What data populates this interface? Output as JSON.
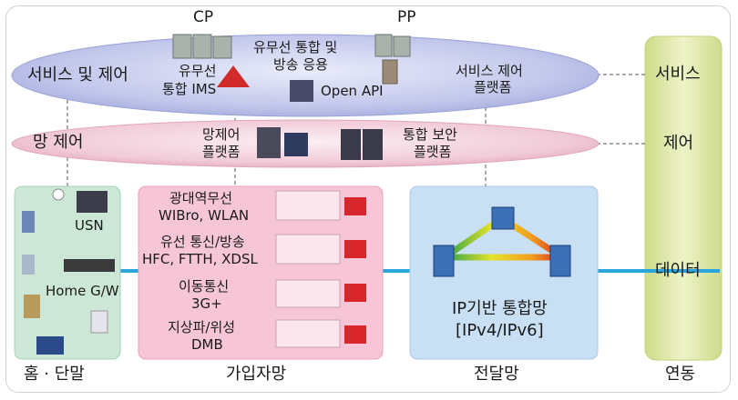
{
  "top": {
    "cp": "CP",
    "pp": "PP"
  },
  "service_ellipse": {
    "label": "서비스 및 제어",
    "wired_ims_1": "유무선",
    "wired_ims_2": "통합 IMS",
    "broadcast_1": "유무선 통합 및",
    "broadcast_2": "방송 응용",
    "open_api": "Open API",
    "platform_1": "서비스 제어",
    "platform_2": "플랫폼"
  },
  "network_ellipse": {
    "label": "망 제어",
    "ctrl_1": "망제어",
    "ctrl_2": "플랫폼",
    "sec_1": "통합 보안",
    "sec_2": "플랫폼"
  },
  "home": {
    "usn": "USN",
    "gateway": "Home G/W",
    "caption": "홈 · 단말"
  },
  "access": {
    "caption": "가입자망",
    "items": [
      {
        "line1": "광대역무선",
        "line2": "WIBro, WLAN"
      },
      {
        "line1": "유선 통신/방송",
        "line2": "HFC, FTTH, XDSL"
      },
      {
        "line1": "이동통신",
        "line2": "3G+"
      },
      {
        "line1": "지상파/위성",
        "line2": "DMB"
      }
    ]
  },
  "transport": {
    "line1": "IP기반 통합망",
    "line2": "[IPv4/IPv6]",
    "caption": "전달망"
  },
  "linkage": {
    "service": "서비스",
    "control": "제어",
    "data": "데이터",
    "caption": "연동"
  },
  "colors": {
    "service_ellipse": "#b9bfe6",
    "network_ellipse": "#f2c9d6",
    "home_box": "#cfe8d8",
    "access_box": "#f7c6d6",
    "transport_box": "#c7def4",
    "linkage_bar": "#dfe8a8",
    "backbone": "#2aa6df"
  }
}
